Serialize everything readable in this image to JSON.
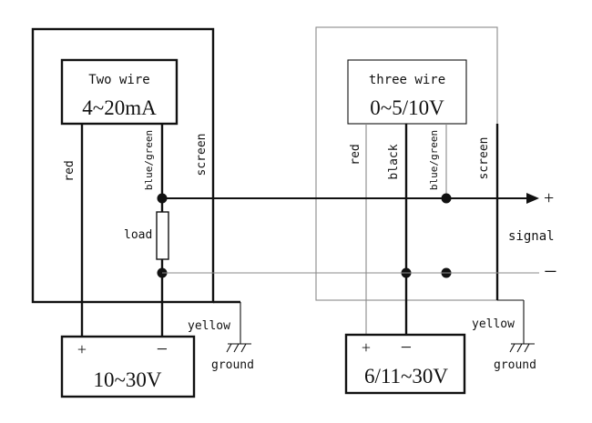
{
  "left": {
    "title_line1": "Two wire",
    "title_line2": "4~20mA",
    "wire_red": "red",
    "wire_blue_green": "blue/green",
    "wire_screen": "screen",
    "load": "load",
    "yellow": "yellow",
    "ground": "ground",
    "plus": "+",
    "minus": "−",
    "supply": "10~30V"
  },
  "right": {
    "title_line1": "three wire",
    "title_line2": "0~5/10V",
    "wire_red": "red",
    "wire_black": "black",
    "wire_blue_green": "blue/green",
    "wire_screen": "screen",
    "yellow": "yellow",
    "ground": "ground",
    "plus": "+",
    "minus": "−",
    "supply": "6/11~30V"
  },
  "signal": {
    "label": "signal",
    "plus": "+",
    "minus": "−"
  }
}
